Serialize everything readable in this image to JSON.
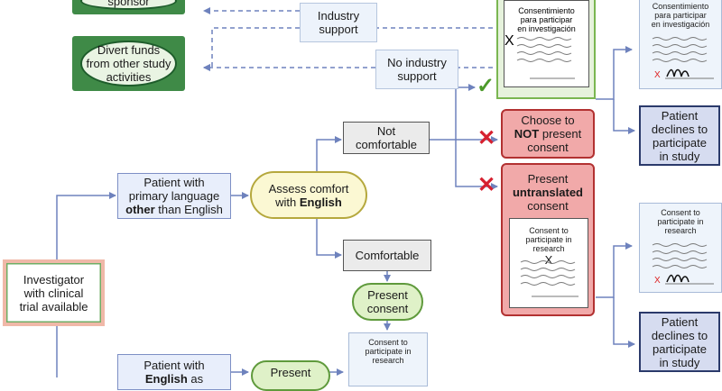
{
  "funding": {
    "sponsor_box": [
      "sponsor"
    ],
    "divert_box": [
      "Divert funds",
      "from other study",
      "activities"
    ],
    "industry_support": [
      "Industry",
      "support"
    ],
    "no_industry_support": [
      "No industry",
      "support"
    ]
  },
  "investigator": [
    "Investigator",
    "with clinical",
    "trial available"
  ],
  "patient_other": {
    "line1": "Patient with",
    "line2": "primary language",
    "bold": "other",
    "rest": " than English"
  },
  "patient_english": {
    "line1": "Patient with",
    "bold": "English",
    "rest": " as"
  },
  "assess": {
    "line1": "Assess comfort",
    "pre": "with ",
    "bold": "English"
  },
  "not_comfortable": [
    "Not",
    "comfortable"
  ],
  "comfortable": "Comfortable",
  "present_consent": [
    "Present",
    "consent"
  ],
  "present_partial": "Present",
  "choose_not": {
    "line1": "Choose to",
    "bold": "NOT",
    "rest": " present",
    "line3": "consent"
  },
  "present_untranslated": {
    "line1": "Present",
    "bold": "untranslated",
    "line3": "consent"
  },
  "declines": [
    "Patient",
    "declines to",
    "participate",
    "in study"
  ],
  "doc_spanish": [
    "Consentimiento",
    "para participar",
    "en investigación"
  ],
  "doc_english": [
    "Consent to",
    "participate in",
    "research"
  ],
  "marks": {
    "check": "✓",
    "cross": "✕",
    "x_sign": "X"
  },
  "colors": {
    "arrow_blue": "#6e82bd",
    "check_green": "#4c9a2a",
    "cross_red": "#d6202f",
    "money_green": "#3f8a47"
  }
}
